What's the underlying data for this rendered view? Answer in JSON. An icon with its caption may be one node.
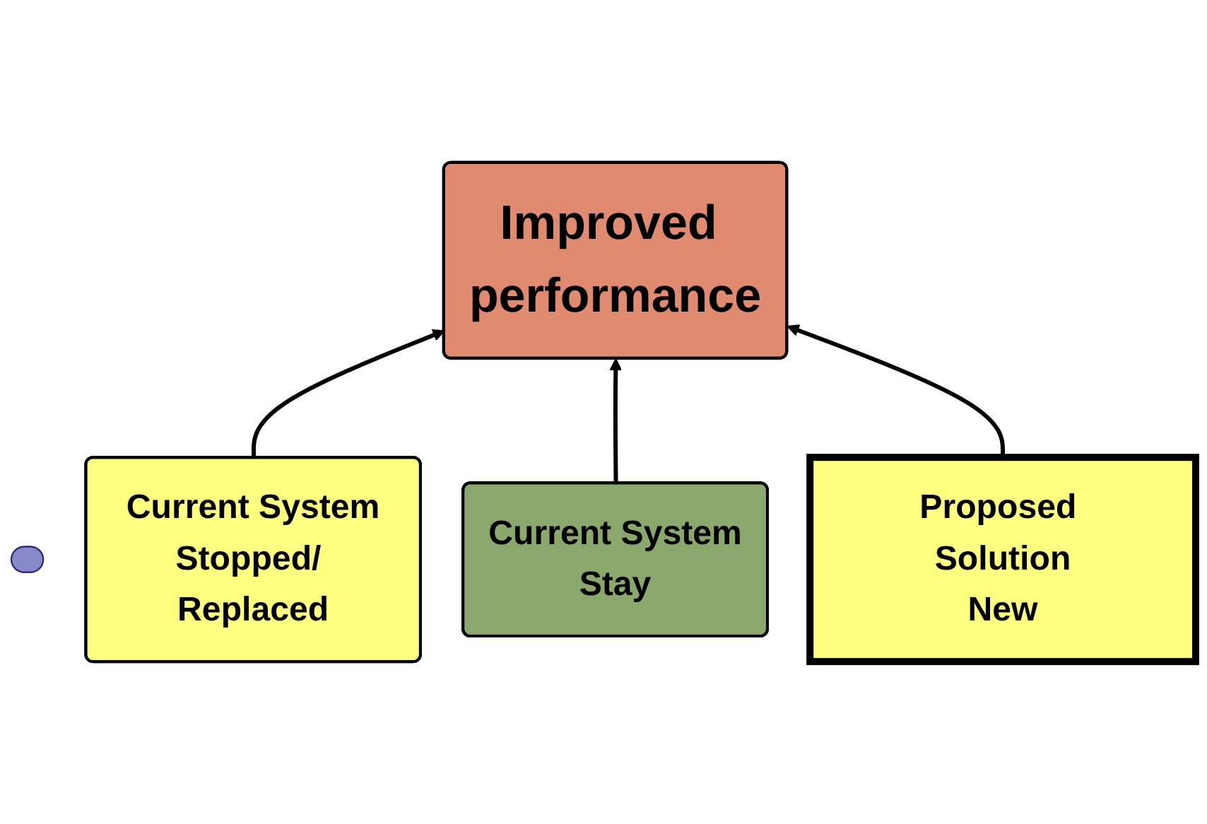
{
  "diagram": {
    "nodes": [
      {
        "text": [
          "Improved performance"
        ]
      },
      {
        "text": [],
        "shape": "ellipse"
      },
      {
        "text": [
          "Current System",
          "Stopped/ Replaced"
        ]
      },
      {
        "text": [
          "Current System",
          "Stay"
        ]
      },
      {
        "text": [
          "Proposed Solution",
          "New"
        ]
      }
    ],
    "edges": [
      {
        "from": 2,
        "to": 0,
        "arrow": "to"
      },
      {
        "from": 3,
        "to": 0,
        "arrow": "to"
      },
      {
        "from": 4,
        "to": 0,
        "arrow": "to"
      }
    ]
  }
}
